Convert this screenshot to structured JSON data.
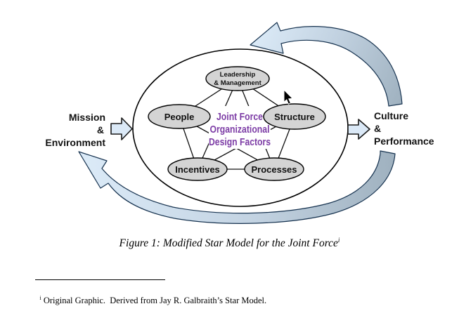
{
  "figure": {
    "model": {
      "nodes": {
        "leadership": {
          "line1": "Leadership",
          "line2": "& Management"
        },
        "people": {
          "label": "People"
        },
        "structure": {
          "label": "Structure"
        },
        "incentives": {
          "label": "Incentives"
        },
        "processes": {
          "label": "Processes"
        }
      },
      "center_label": {
        "line1": "Joint Force",
        "line2": "Organizational",
        "line3": "Design Factors"
      },
      "input_label": {
        "line1": "Mission",
        "line2": "&",
        "line3": "Environment"
      },
      "output_label": {
        "line1": "Culture",
        "line2": "&",
        "line3": "Performance"
      }
    },
    "caption": {
      "text": "Figure 1: Modified Star Model for the Joint Force",
      "note_ref": "i"
    },
    "footnote": {
      "note_ref": "i",
      "text": " Original Graphic.  Derived from Jay R. Galbraith’s Star Model."
    },
    "icons": {
      "cursor_icon": "black mouse pointer arrow"
    },
    "colors": {
      "node_fill": "#d4d4d4",
      "center_text": "#7d3da6",
      "block_arrow_fill": "#dbe9f7",
      "swoosh_light": "#dcebf8",
      "swoosh_dark": "#9fb1bf",
      "outline": "#000000"
    }
  }
}
